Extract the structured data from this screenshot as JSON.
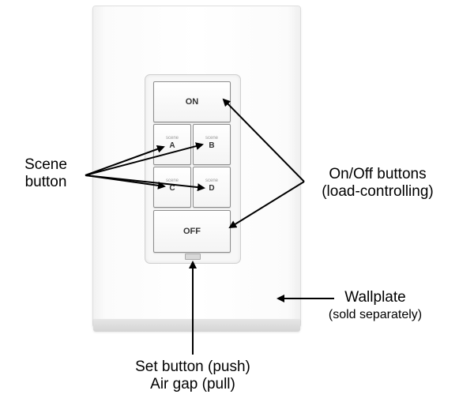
{
  "keypad": {
    "on_label": "ON",
    "off_label": "OFF",
    "scene_keys": [
      {
        "small": "scene",
        "letter": "A"
      },
      {
        "small": "scene",
        "letter": "B"
      },
      {
        "small": "scene",
        "letter": "C"
      },
      {
        "small": "scene",
        "letter": "D"
      }
    ]
  },
  "callouts": {
    "scene_line1": "Scene",
    "scene_line2": "button",
    "onoff_line1": "On/Off buttons",
    "onoff_line2": "(load-controlling)",
    "wallplate_line1": "Wallplate",
    "wallplate_line2": "(sold separately)",
    "set_line1": "Set button (push)",
    "set_line2": "Air gap (pull)"
  },
  "colors": {
    "arrow": "#000000",
    "key_border": "#8d8d8d",
    "plate": "#ffffff"
  }
}
